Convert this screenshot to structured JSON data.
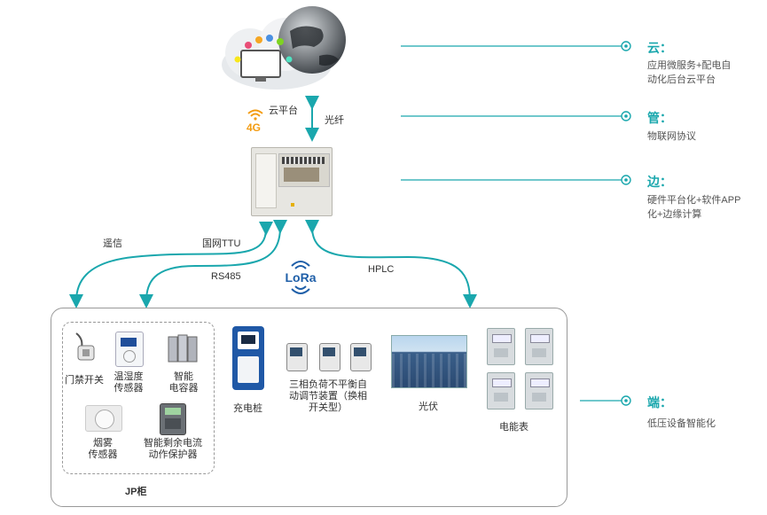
{
  "title": "",
  "layers": [
    {
      "title": "云：",
      "desc_lines": [
        "应用微服务+配电自",
        "动化后台云平台"
      ]
    },
    {
      "title": "管：",
      "desc_lines": [
        "物联网协议"
      ]
    },
    {
      "title": "边：",
      "desc_lines": [
        "硬件平台化+软件APP",
        "化+边缘计算"
      ]
    },
    {
      "title": "端：",
      "desc_lines": [
        "低压设备智能化"
      ]
    }
  ],
  "cloud": {
    "label": "云平台",
    "link_4g": "4G",
    "link_fiber": "光纤"
  },
  "edge": {
    "left_label": "遥信",
    "center_label": "国网TTU"
  },
  "links": {
    "rs485": "RS485",
    "lora": "LoRa",
    "hplc": "HPLC"
  },
  "jp_cabinet": {
    "label": "JP柜",
    "devices": [
      {
        "name": "门禁开关"
      },
      {
        "name_lines": [
          "温湿度",
          "传感器"
        ]
      },
      {
        "name_lines": [
          "智能",
          "电容器"
        ]
      },
      {
        "name_lines": [
          "烟雾",
          "传感器"
        ]
      },
      {
        "name_lines": [
          "智能剩余电流",
          "动作保护器"
        ]
      }
    ]
  },
  "devices": {
    "charging_pile": "充电桩",
    "phase_balancer_lines": [
      "三相负荷不平衡自",
      "动调节装置（换相",
      "开关型）"
    ],
    "pv": "光伏",
    "meter": "电能表"
  },
  "colors": {
    "accent": "#1aa7ad",
    "orange": "#f39c12",
    "frame": "#999999"
  }
}
